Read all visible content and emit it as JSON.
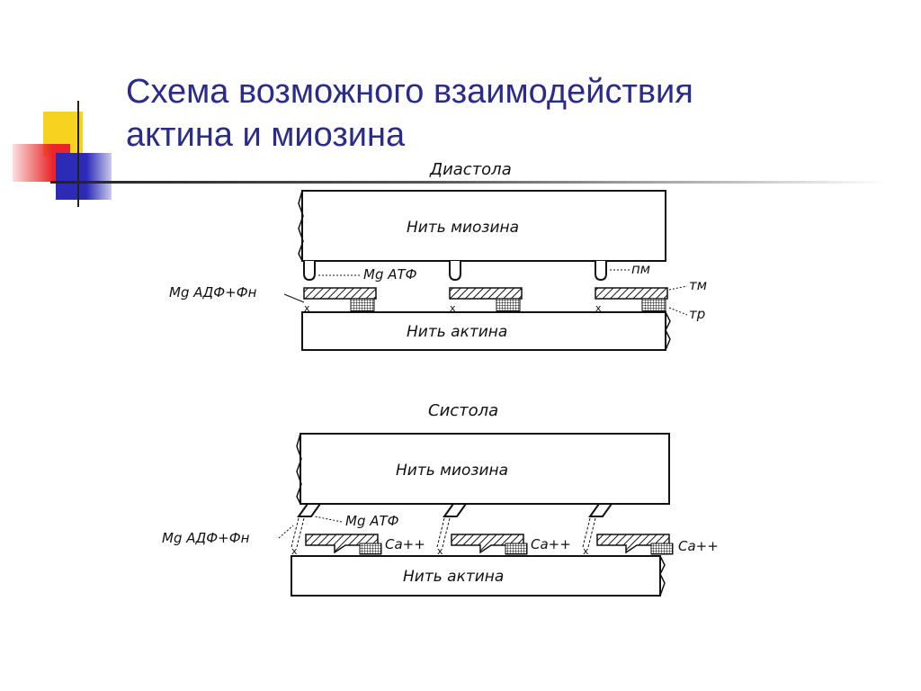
{
  "slide": {
    "title_line1": "Схема возможного взаимодействия",
    "title_line2": "актина и миозина"
  },
  "colors": {
    "title": "#2b2b8a",
    "deco_yellow": "#f7d21e",
    "deco_red": "#e8262a",
    "deco_blue": "#2b2bb8"
  },
  "diagram": {
    "diastole": {
      "heading": "Диастола",
      "myosin_label": "Нить миозина",
      "actin_label": "Нить актина",
      "left_products": "Mg АДФ+Фн",
      "atp_label": "Mg АТФ",
      "pm_label": "пм",
      "tm_label": "тм",
      "tr_label": "тр"
    },
    "systole": {
      "heading": "Систола",
      "myosin_label": "Нить миозина",
      "actin_label": "Нить актина",
      "left_products": "Mg АДФ+Фн",
      "atp_label": "Mg АТФ",
      "calcium_labels": [
        "Са++",
        "Са++",
        "Са++"
      ]
    }
  }
}
